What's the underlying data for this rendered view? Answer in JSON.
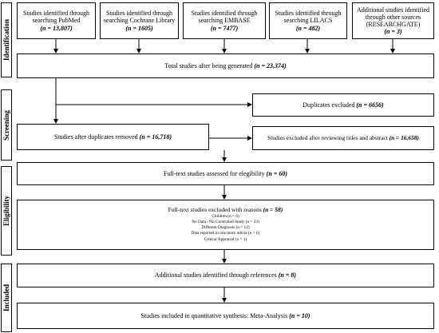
{
  "phases": {
    "identification": "Identification",
    "screening": "Screening",
    "eligibility": "Eligibility",
    "included": "Included"
  },
  "sources": [
    {
      "line1": "Studies identified through",
      "line2": "searching PubMed",
      "count": "(n = 13,807)"
    },
    {
      "line1": "Studies identified through",
      "line2": "searching Cochrane Library",
      "count": "(n = 1605)"
    },
    {
      "line1": "Studies identified through",
      "line2": "searching EMBASE",
      "count": "(n = 7477)"
    },
    {
      "line1": "Studies identified through",
      "line2": "searching LILACS",
      "count": "(n = 482)"
    },
    {
      "line1": "Additional studies identified",
      "line2": "through other sources",
      "line3": "(RESEARCHGATE)",
      "count": "(n = 3)"
    }
  ],
  "total": {
    "label": "Total studies after being generated",
    "count": "(n = 23,374)"
  },
  "duplicates_excluded": {
    "label": "Duplicates excluded",
    "count": "(n = 6656)"
  },
  "after_duplicates": {
    "label": "Studies after duplicates removed",
    "count": "(n = 16,718)"
  },
  "titles_excluded": {
    "label": "Studies excluded after reviewing titles and abstract",
    "count": "(n = 16,658)"
  },
  "fulltext_assessed": {
    "label": "Full-text studies assessed for elegibility",
    "count": "(n = 60)"
  },
  "fulltext_excluded": {
    "label": "Full-text studies excluded with reasons",
    "count": "(n = 58)",
    "reasons": [
      "Children (n = 6)",
      "No Data / No Controlled Study (n = 33)",
      "Different Diagnosis (n = 12)",
      "Data reported in one more article (n = 6)",
      "Critical Appraisal (n = 1)"
    ]
  },
  "additional_refs": {
    "label": "Additional studies identified through references",
    "count": "(n = 8)"
  },
  "included_meta": {
    "label": "Studies included in quantitative synthesis: Meta-Analysis",
    "count": "(n = 10)"
  }
}
